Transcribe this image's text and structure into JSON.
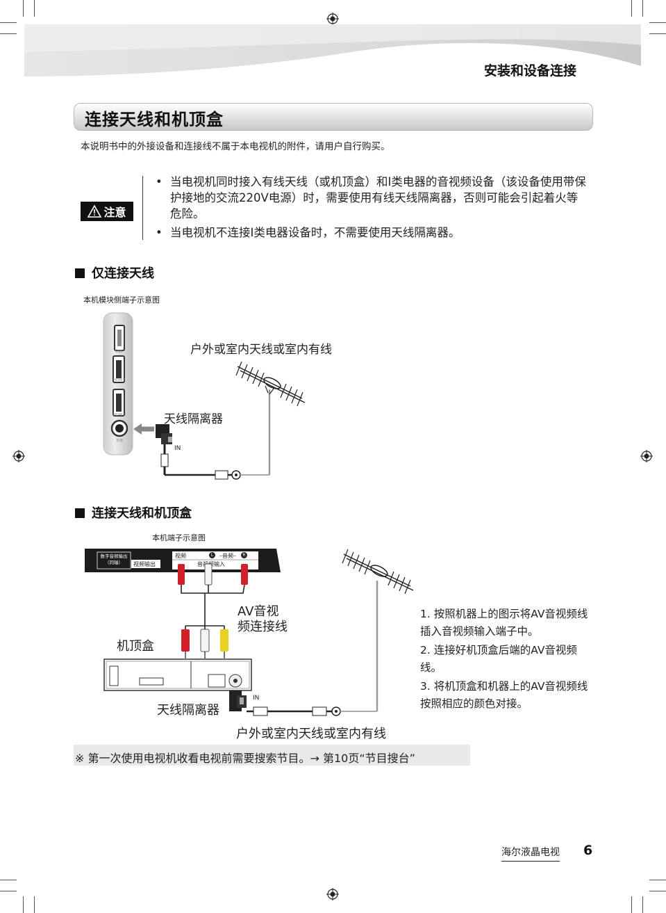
{
  "header": {
    "section": "安装和设备连接"
  },
  "title": "连接天线和机顶盒",
  "intro": "本说明书中的外接设备和连接线不属于本电视机的附件，请用户自行购买。",
  "caution": {
    "badge": "注意",
    "items": [
      "当电视机同时接入有线天线（或机顶盒）和I类电器的音视频设备（该设备使用带保护接地的交流220V电源）时，需要使用有线天线隔离器，否则可能会引起着火等危险。",
      "当电视机不连接I类电器设备时，不需要使用天线隔离器。"
    ]
  },
  "section1": {
    "heading": "仅连接天线",
    "caption": "本机模块侧端子示意图",
    "antenna_label": "户外或室内天线或室内有线",
    "isolator_label": "天线隔离器",
    "port_labels": {
      "usb": "USB",
      "hdmi1": "HDMI 1",
      "hdmi2": "HDMI 2",
      "rf": "天线",
      "in": "IN"
    }
  },
  "section2": {
    "heading": "连接天线和机顶盒",
    "caption": "本机端子示意图",
    "panel_labels": {
      "digital_audio": "数字音频输出",
      "coaxial": "（同轴）",
      "video_out": "视频输出",
      "video": "视频",
      "audio": "–音频–",
      "av_in": "音视频输入",
      "left": "L",
      "right": "R"
    },
    "av_cable_label_1": "AV音视",
    "av_cable_label_2": "频连接线",
    "stb_label": "机顶盒",
    "isolator_label": "天线隔离器",
    "antenna_label": "户外或室内天线或室内有线",
    "in_label": "IN",
    "steps": [
      "1. 按照机器上的图示将AV音视频线插入音视频输入端子中。",
      "2. 连接好机顶盒后端的AV音视频线。",
      "3. 将机顶盒和机器上的AV音视频线按照相应的颜色对接。"
    ]
  },
  "note": "※ 第一次使用电视机收看电视前需要搜索节目。→ 第10页“节目搜台”",
  "footer": {
    "brand": "海尔液晶电视",
    "page": "6"
  },
  "colors": {
    "red": "#d0202a",
    "yellow": "#e8d020",
    "white": "#f4f4f4",
    "gray": "#9a9a9a"
  }
}
